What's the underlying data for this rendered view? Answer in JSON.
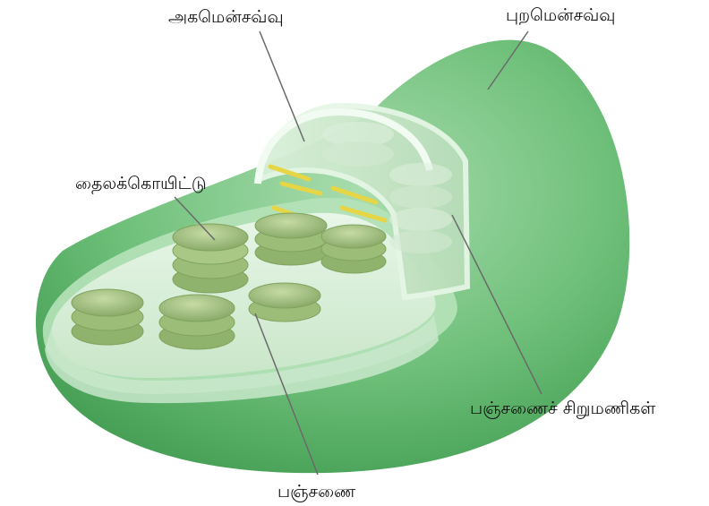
{
  "labels": {
    "inner_membrane": "அகமென்சவ்வு",
    "outer_membrane": "புறமென்சவ்வு",
    "thylakoid": "தைலக்கொயிட்டு",
    "intergranal_lamellae": "பஞ்சணைச் சிறுமணிகள்",
    "granum": "பஞ்சணை"
  },
  "colors": {
    "outer_shell": "#5fb56a",
    "outer_rim": "#9fd6a3",
    "interior": "#d6eed6",
    "thylakoid": "#9fbf7a",
    "thylakoid_dark": "#7fa45e",
    "lamella": "#e8d64a",
    "leader_line": "#6a6a6a"
  }
}
